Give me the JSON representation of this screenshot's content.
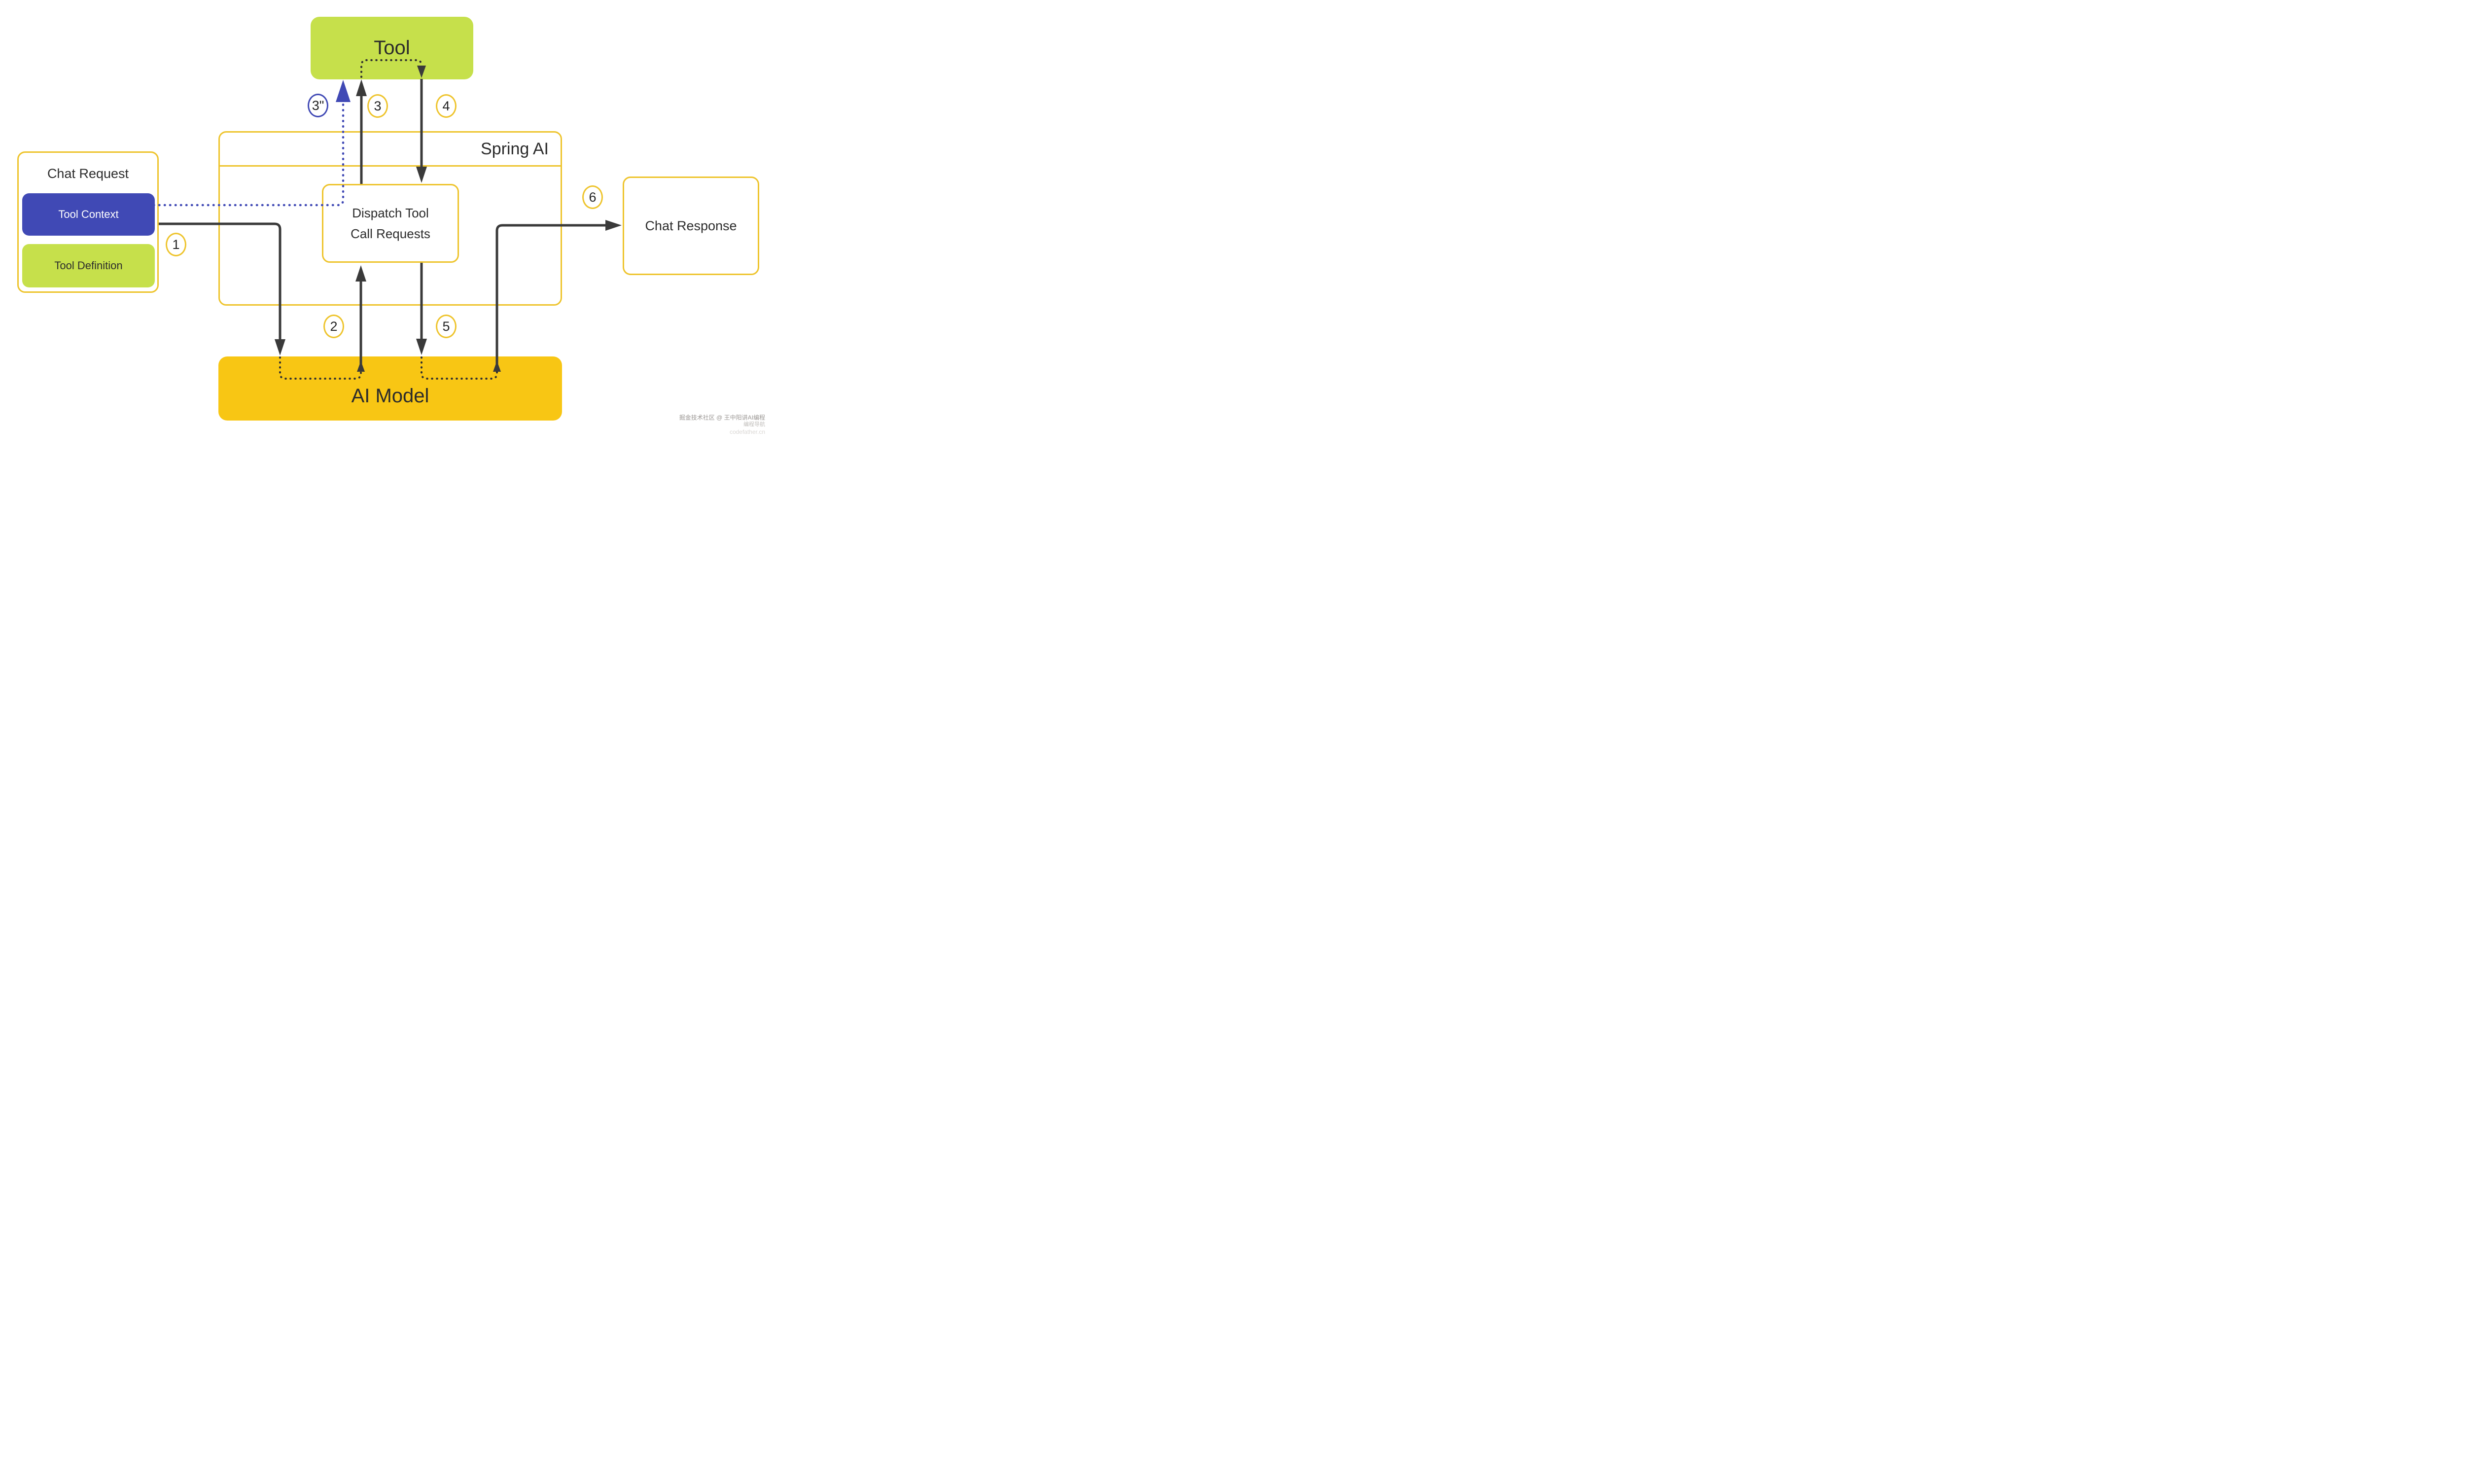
{
  "boxes": {
    "tool": {
      "label": "Tool"
    },
    "spring_ai": {
      "title": "Spring AI"
    },
    "dispatch": {
      "lines": [
        "Dispatch Tool",
        "Call Requests"
      ]
    },
    "chat_request": {
      "title": "Chat Request",
      "tool_context_label": "Tool Context",
      "tool_definition_label": "Tool Definition"
    },
    "chat_response": {
      "label": "Chat Response"
    },
    "ai_model": {
      "label": "AI Model"
    }
  },
  "badges": {
    "step1": "1",
    "step2": "2",
    "step3": "3",
    "step3_prime": "3\"",
    "step4": "4",
    "step5": "5",
    "step6": "6"
  },
  "colors": {
    "box_green": "#c6e04b",
    "box_amber": "#f8c614",
    "box_blue": "#4049b5",
    "border_yellow": "#eec42d",
    "arrow_dark": "#3a3a3a",
    "arrow_blue": "#4049b5"
  },
  "watermark": {
    "line1": "掘金技术社区 @ 王中阳讲AI编程",
    "line2": "编程导航",
    "line3": "codefather.cn"
  }
}
